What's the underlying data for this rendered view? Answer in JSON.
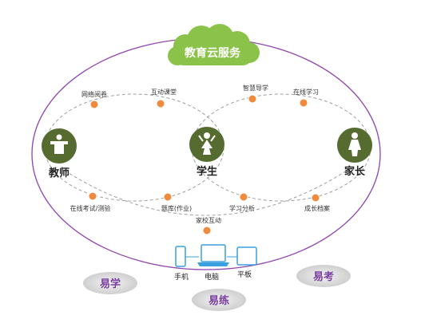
{
  "cloud": {
    "label": "教育云服务",
    "color": "#8bc34a"
  },
  "roles": {
    "teacher": {
      "label": "教师",
      "icon": "teacher-podium-icon"
    },
    "student": {
      "label": "学生",
      "icon": "student-icon"
    },
    "parent": {
      "label": "家长",
      "icon": "parent-woman-icon"
    }
  },
  "links": {
    "online_marking": "网络阅卷",
    "interactive_class": "互动课堂",
    "smart_guidance": "智慧导学",
    "online_learning": "在线学习",
    "online_exam": "在线考试/测验",
    "question_bank": "题库(作业)",
    "learning_analysis": "学习分析",
    "growth_archive": "成长档案",
    "home_school": "家校互动"
  },
  "devices": {
    "phone": {
      "label": "手机",
      "icon": "phone-icon"
    },
    "laptop": {
      "label": "电脑",
      "icon": "laptop-icon"
    },
    "tablet": {
      "label": "平板",
      "icon": "tablet-icon"
    }
  },
  "badges": {
    "easy_learn": "易学",
    "easy_practice": "易练",
    "easy_test": "易考"
  },
  "colors": {
    "role_circle": "#556b2f",
    "node": "#f08a3c",
    "ring": "#8e44ad",
    "dashed": "#9e9e9e",
    "device": "#3aa0e0",
    "badge_bg": "#dcdcdc",
    "badge_text": "#7b3fa0"
  }
}
